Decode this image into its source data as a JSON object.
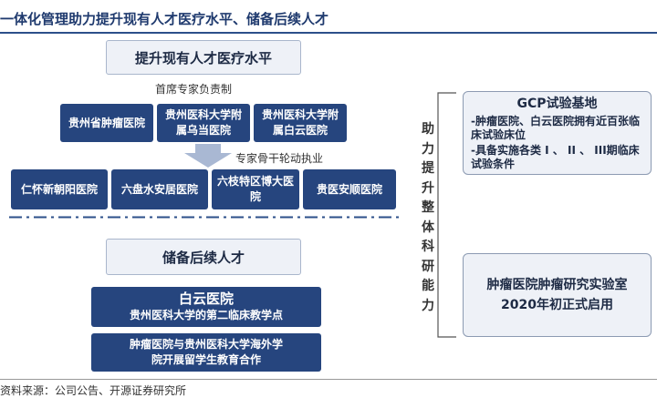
{
  "title": "一体化管理助力提升现有人才医疗水平、储备后续人才",
  "improve": {
    "header": "提升现有人才医疗水平",
    "chief_label": "首席专家负责制",
    "hospitals_top": [
      "贵州省肿瘤医院",
      "贵州医科大学附属乌当医院",
      "贵州医科大学附属白云医院"
    ],
    "rotation_label": "专家骨干轮动执业",
    "hospitals_bottom": [
      "仁怀新朝阳医院",
      "六盘水安居医院",
      "六枝特区博大医院",
      "贵医安顺医院"
    ]
  },
  "reserve": {
    "header": "储备后续人才",
    "baiyun_title": "白云医院",
    "baiyun_sub": "贵州医科大学的第二临床教学点",
    "overseas": "肿瘤医院与贵州医科大学海外学院开展留学生教育合作"
  },
  "side_label": "助力提升整体科研能力",
  "gcp": {
    "title": "GCP试验基地",
    "items": [
      "-肿瘤医院、白云医院拥有近百张临床试验床位",
      "-具备实施各类 I 、 II 、 III期临床试验条件"
    ]
  },
  "lab": {
    "line1": "肿瘤医院肿瘤研究实验室",
    "line2": "2020年初正式启用"
  },
  "source": "资料来源：公司公告、开源证券研究所",
  "colors": {
    "navy": "#26457e",
    "light_box": "#eef1f7",
    "title_blue": "#1f3a6e"
  }
}
